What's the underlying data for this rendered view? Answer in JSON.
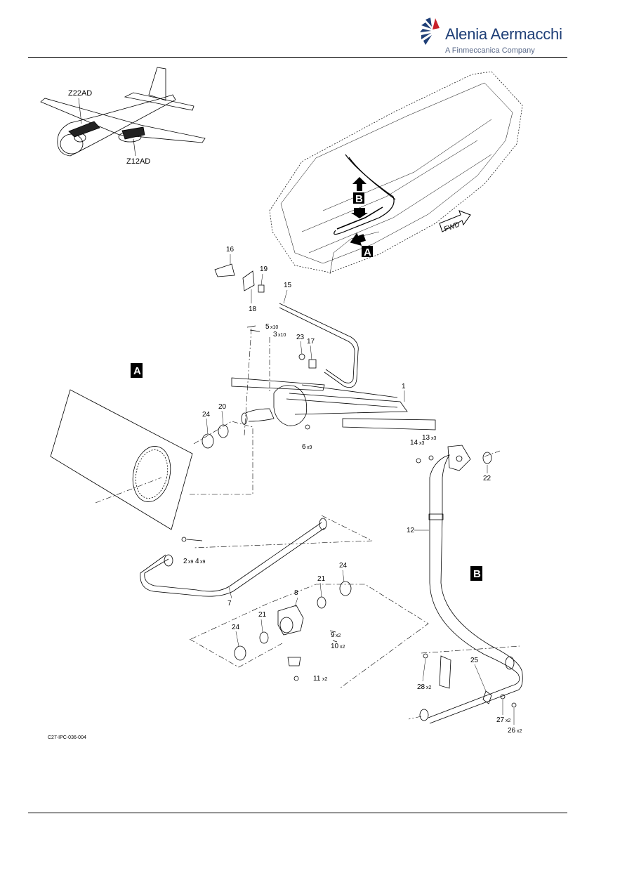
{
  "brand": {
    "name": "Alenia Aermacchi",
    "tagline": "A Finmeccanica Company",
    "color": "#1f3f77"
  },
  "figure": {
    "ref": "C27-IPC-036-004",
    "zones": [
      "Z22AD",
      "Z12AD"
    ],
    "views": {
      "a": "A",
      "b": "B"
    },
    "fwd": "FWD"
  },
  "callouts": {
    "c1": "1",
    "c2": "2",
    "c3": "3",
    "c4": "4",
    "c5": "5",
    "c6": "6",
    "c7": "7",
    "c8": "8",
    "c9": "9",
    "c10": "10",
    "c11": "11",
    "c12": "12",
    "c13": "13",
    "c14": "14",
    "c15": "15",
    "c16": "16",
    "c17": "17",
    "c18": "18",
    "c19": "19",
    "c20": "20",
    "c21a": "21",
    "c21b": "21",
    "c22": "22",
    "c23": "23",
    "c24a": "24",
    "c24b": "24",
    "c24c": "24",
    "c25": "25",
    "c26": "26",
    "c27": "27",
    "c28": "28"
  },
  "quantities": {
    "q2": "x9",
    "q3": "x10",
    "q4": "x9",
    "q5": "x10",
    "q6": "x9",
    "q9": "x2",
    "q10": "x2",
    "q11": "x2",
    "q13": "x3",
    "q14": "x3",
    "q26": "x2",
    "q27": "x2",
    "q28": "x2"
  }
}
